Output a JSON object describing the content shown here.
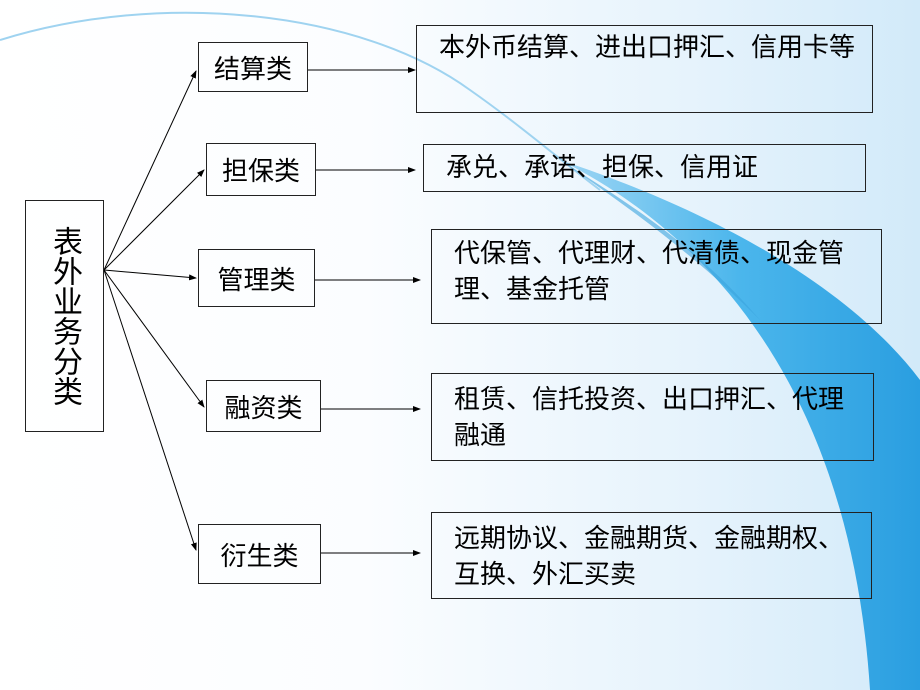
{
  "root": {
    "label": "表外业务分类"
  },
  "categories": [
    {
      "label": "结算类",
      "detail": "本外币结算、进出口押汇、信用卡等"
    },
    {
      "label": "担保类",
      "detail": "承兑、承诺、担保、信用证"
    },
    {
      "label": "管理类",
      "detail": "代保管、代理财、代清债、现金管理、基金托管"
    },
    {
      "label": "融资类",
      "detail": "租赁、信托投资、出口押汇、代理融通"
    },
    {
      "label": "衍生类",
      "detail": "远期协议、金融期货、金融期权、互换、外汇买卖"
    }
  ],
  "colors": {
    "swoosh": "#4bb6ec",
    "swoosh_dark": "#2a92d4",
    "border": "#222222",
    "text": "#000000"
  }
}
